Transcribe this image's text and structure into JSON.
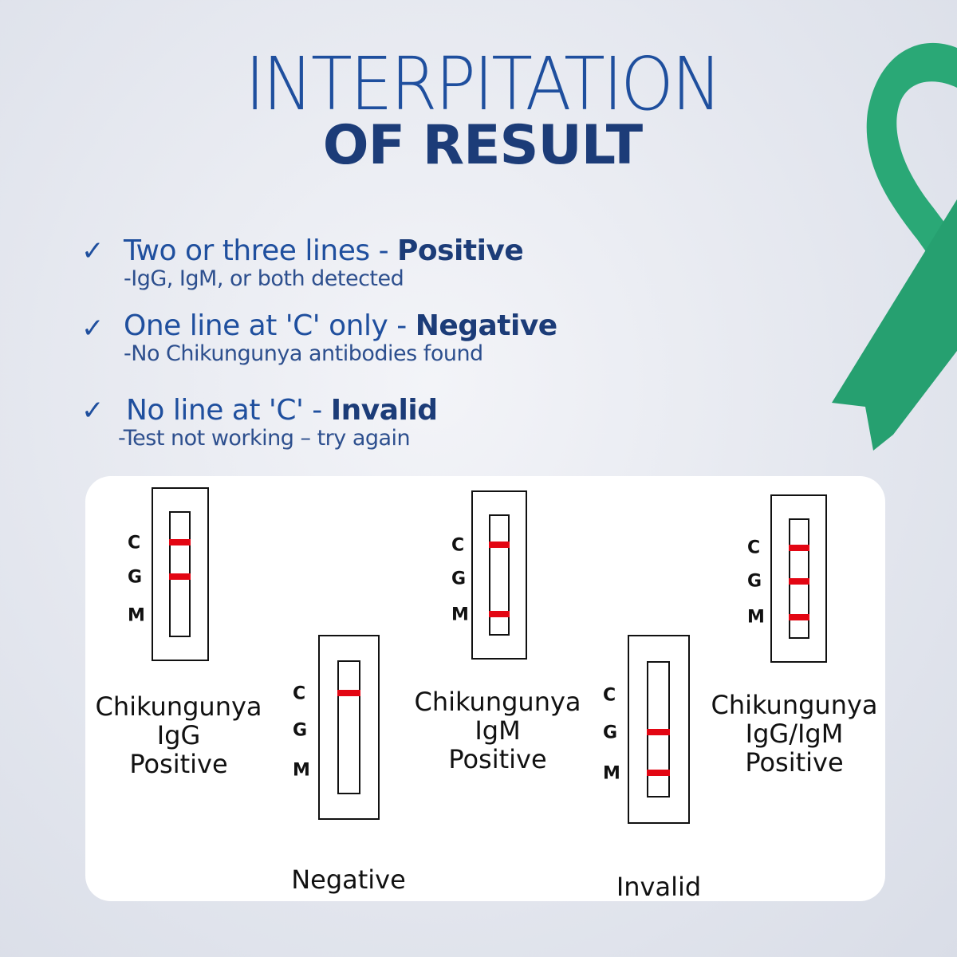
{
  "title": {
    "line1": "INTERPITATION",
    "line2": "OF RESULT"
  },
  "colors": {
    "title": "#1f4f9e",
    "title_bold": "#1c3c78",
    "ribbon": "#2aa876",
    "band": "#e30613"
  },
  "bullets": [
    {
      "icon": "checkmark-icon",
      "check": "✓",
      "text": "Two or three lines - ",
      "result": "Positive",
      "sub": "-IgG, IgM, or both detected"
    },
    {
      "icon": "checkmark-icon",
      "check": "✓",
      "text": "One line at 'C' only - ",
      "result": "Negative",
      "sub": "-No Chikungunya antibodies found"
    },
    {
      "icon": "checkmark-icon",
      "check": "✓",
      "text": "No line at 'C' - ",
      "result": "Invalid",
      "sub": "-Test not working – try again"
    }
  ],
  "strip_labels": {
    "c": "C",
    "g": "G",
    "m": "M"
  },
  "strips": [
    {
      "caption": [
        "Chikungunya",
        "IgG",
        "Positive"
      ],
      "bands": {
        "c": true,
        "g": true,
        "m": false
      }
    },
    {
      "caption": [
        "Negative"
      ],
      "bands": {
        "c": true,
        "g": false,
        "m": false
      }
    },
    {
      "caption": [
        "Chikungunya",
        "IgM",
        "Positive"
      ],
      "bands": {
        "c": true,
        "g": false,
        "m": true
      }
    },
    {
      "caption": [
        "Invalid"
      ],
      "bands": {
        "c": false,
        "g": true,
        "m": true
      }
    },
    {
      "caption": [
        "Chikungunya",
        "IgG/IgM",
        "Positive"
      ],
      "bands": {
        "c": true,
        "g": true,
        "m": true
      }
    }
  ]
}
